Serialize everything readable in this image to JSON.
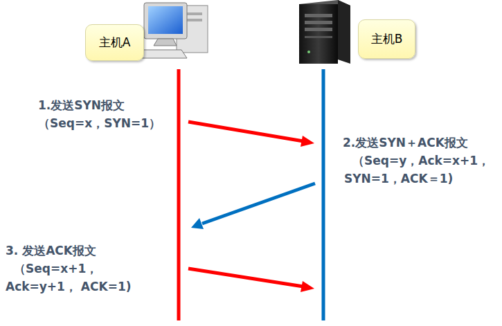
{
  "diagram": {
    "nodes": [
      {
        "text": [
          "主机A"
        ]
      },
      {
        "text": [
          "主机B"
        ]
      }
    ],
    "labels": [
      "1.发送SYN报文",
      "（Seq=x，SYN=1）",
      "2.发送SYN＋ACK报文",
      "（Seq=y，Ack=x+1， SYN=1，ACK＝1)",
      "3. 发送ACK报文",
      "（Seq=x+1，Ack=y+1， ACK=1)"
    ]
  }
}
